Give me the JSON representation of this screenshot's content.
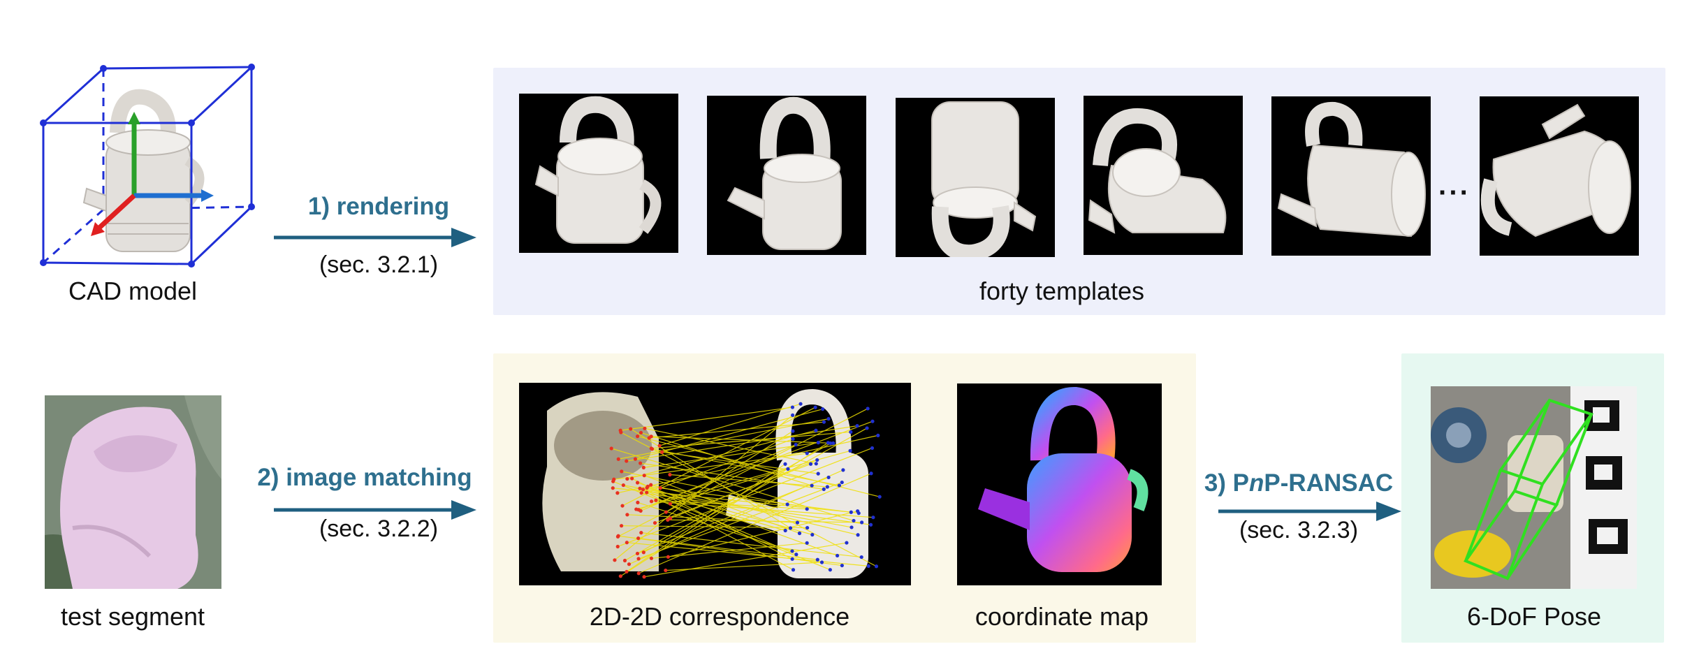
{
  "labels": {
    "cad_model": "CAD model",
    "templates": "forty templates",
    "test_segment": "test segment",
    "correspondence": "2D-2D correspondence",
    "coordinate_map": "coordinate map",
    "pose": "6-DoF Pose",
    "ellipsis": "···"
  },
  "steps": {
    "rendering": {
      "title": "1) rendering",
      "ref": "(sec. 3.2.1)"
    },
    "matching": {
      "title": "2) image matching",
      "ref": "(sec. 3.2.2)"
    },
    "pnp": {
      "title_prefix": "3) P",
      "title_italic": "n",
      "title_suffix": "P-RANSAC",
      "ref": "(sec. 3.2.3)"
    }
  },
  "colors": {
    "arrow": "#1f5f80",
    "step_text": "#2e6f8e",
    "template_panel": "#eef0fb",
    "match_panel": "#fbf8e8",
    "pose_panel": "#e6f8f1",
    "bbox_blue": "#1f2fd6",
    "axis_x": "#e02020",
    "axis_y": "#2aa02a",
    "axis_z": "#1f6fd0",
    "match_line": "#f0e000",
    "pose_box": "#30e020"
  }
}
